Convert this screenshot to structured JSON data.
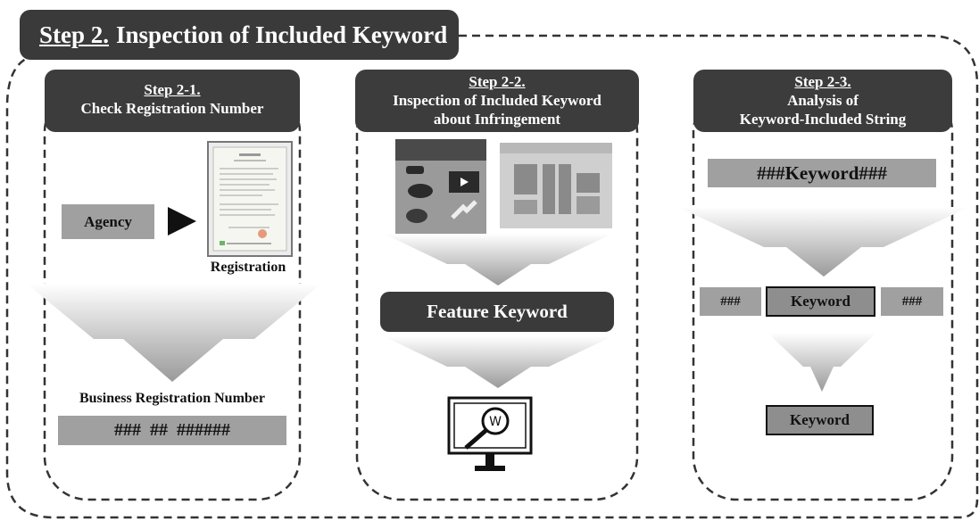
{
  "title": {
    "step": "Step 2.",
    "text": "Inspection of Included Keyword"
  },
  "panels": [
    {
      "step": "Step 2-1.",
      "lines": [
        "Check Registration Number"
      ],
      "agency": "Agency",
      "registration_caption": "Registration",
      "business_label": "Business Registration Number",
      "number_mask": "###  ##  ######"
    },
    {
      "step": "Step 2-2.",
      "lines": [
        "Inspection of Included Keyword",
        "about Infringement"
      ],
      "feature": "Feature Keyword",
      "monitor_letter": "W"
    },
    {
      "step": "Step 2-3.",
      "lines": [
        "Analysis of",
        "Keyword-Included String"
      ],
      "string": "###Keyword###",
      "left_hash": "###",
      "keyword": "Keyword",
      "right_hash": "###",
      "result": "Keyword"
    }
  ]
}
